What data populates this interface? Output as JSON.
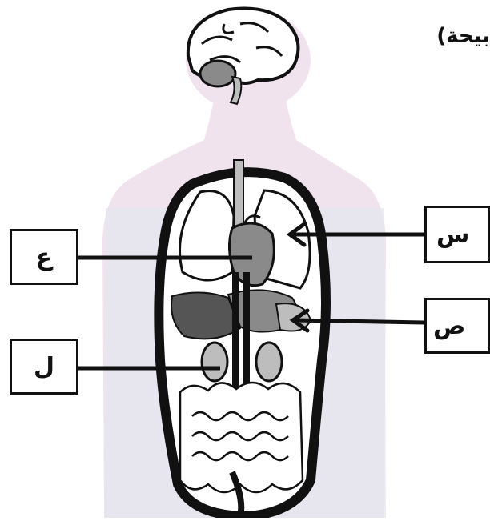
{
  "heading": {
    "text": "بيحة)"
  },
  "labels": {
    "ain": "ع",
    "lam": "ل",
    "mim": "س",
    "sad": "ص"
  },
  "icons": {
    "figure": "human-torso-organs-icon",
    "brain": "brain-icon"
  },
  "colors": {
    "silhouette": "#f1e3ee",
    "silhouette_lower": "#e2e6ee",
    "outline": "#111111",
    "organ_dark": "#555555",
    "organ_mid": "#8a8a8a",
    "organ_light": "#bdbdbd"
  }
}
